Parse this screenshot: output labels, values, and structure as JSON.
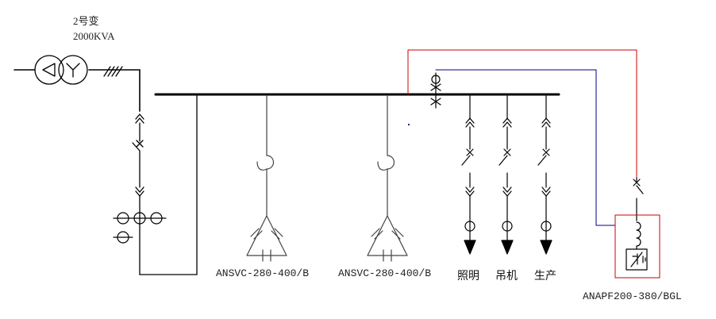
{
  "transformer": {
    "name": "2号变",
    "rating": "2000KVA"
  },
  "svc_units": [
    {
      "label": "ANSVC-280-400/B"
    },
    {
      "label": "ANSVC-280-400/B"
    }
  ],
  "feeders": [
    {
      "label": "照明"
    },
    {
      "label": "吊机"
    },
    {
      "label": "生产"
    }
  ],
  "apf": {
    "label": "ANAPF200-380/BGL"
  },
  "colors": {
    "line": "#000000",
    "component": "#444444",
    "signal_red": "#cc0000",
    "signal_blue": "#000080",
    "annotation_blue": "#1a2a8a"
  }
}
